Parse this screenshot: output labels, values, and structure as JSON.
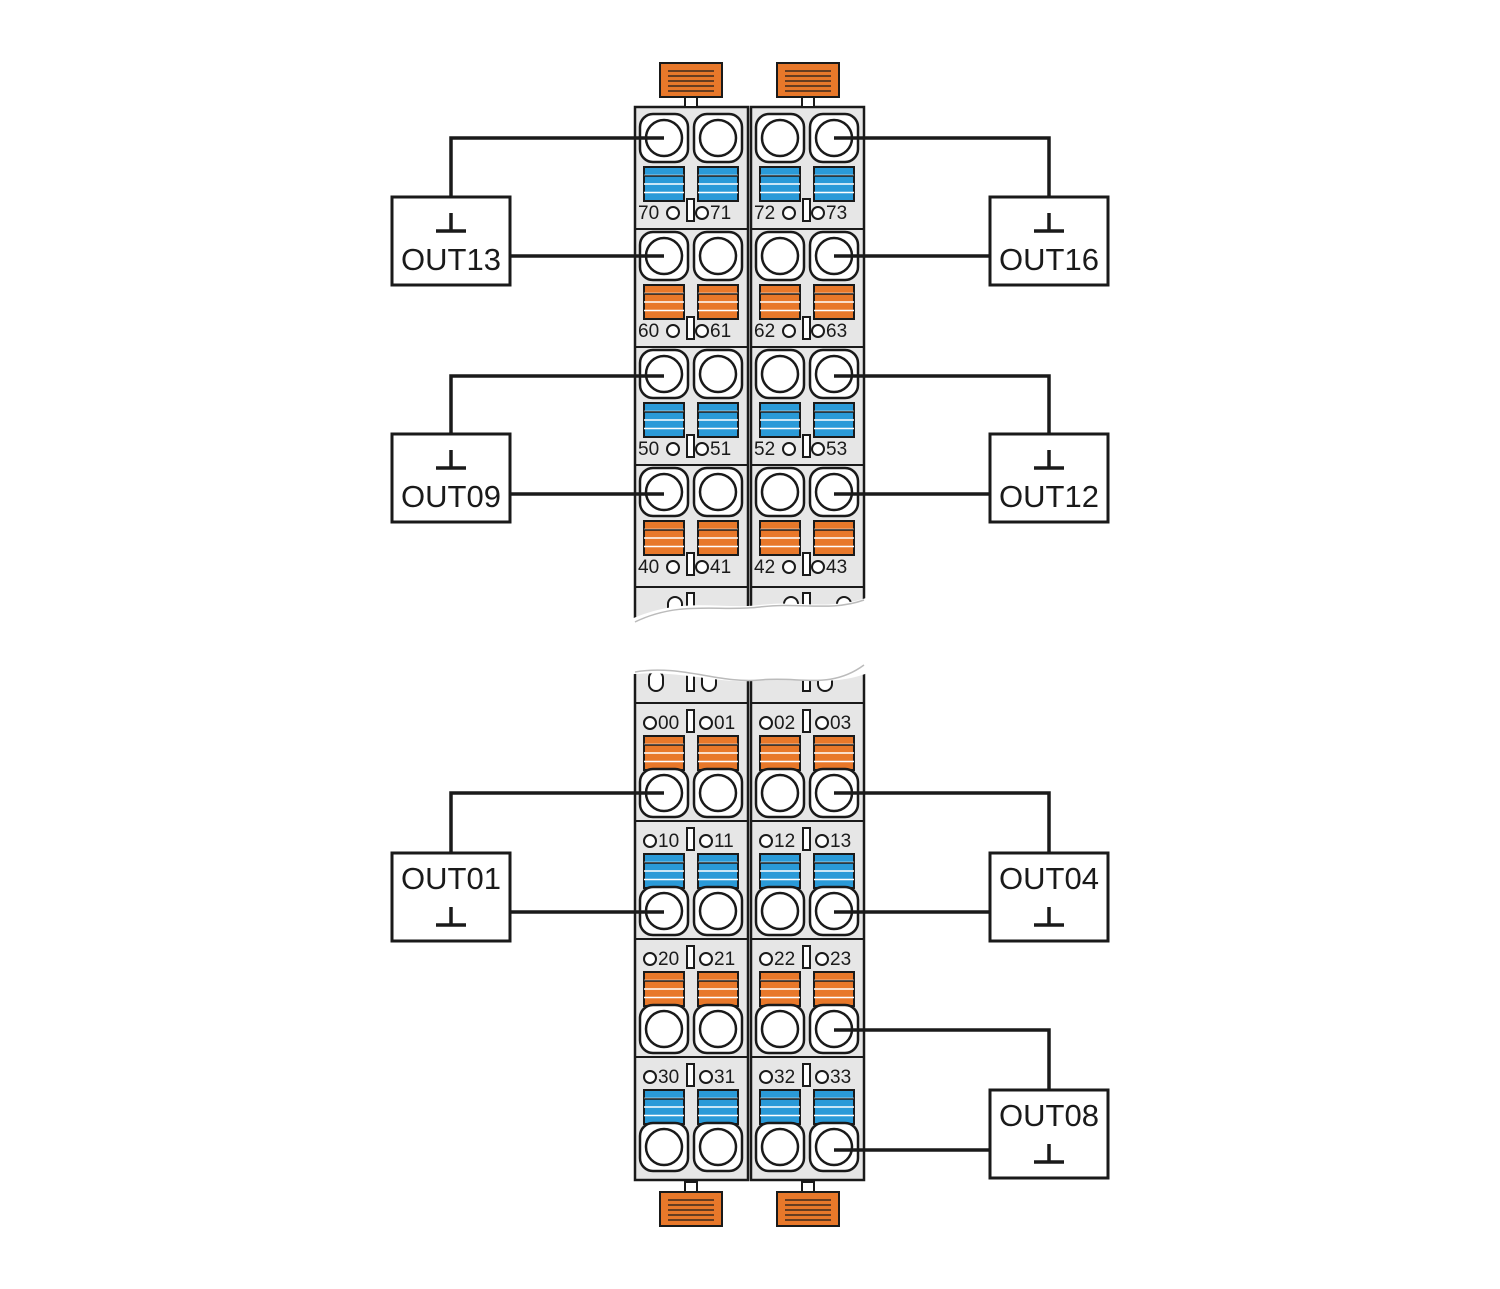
{
  "colors": {
    "orange": "#e8782a",
    "blue": "#2a9ad8",
    "housing": "#e6e6e6",
    "line": "#1a1a1a"
  },
  "icons": [
    "ground-symbol-icon",
    "push-lever-icon",
    "terminal-connector-icon",
    "locking-latch-icon"
  ],
  "upper_rows": [
    {
      "lever_color": "blue",
      "labels": [
        "70",
        "71",
        "72",
        "73"
      ]
    },
    {
      "lever_color": "orange",
      "labels": [
        "60",
        "61",
        "62",
        "63"
      ]
    },
    {
      "lever_color": "blue",
      "labels": [
        "50",
        "51",
        "52",
        "53"
      ]
    },
    {
      "lever_color": "orange",
      "labels": [
        "40",
        "41",
        "42",
        "43"
      ]
    }
  ],
  "lower_rows": [
    {
      "lever_color": "orange",
      "labels": [
        "00",
        "01",
        "02",
        "03"
      ]
    },
    {
      "lever_color": "blue",
      "labels": [
        "10",
        "11",
        "12",
        "13"
      ]
    },
    {
      "lever_color": "orange",
      "labels": [
        "20",
        "21",
        "22",
        "23"
      ]
    },
    {
      "lever_color": "blue",
      "labels": [
        "30",
        "31",
        "32",
        "33"
      ]
    }
  ],
  "outputs": [
    {
      "id": "out13",
      "label": "OUT13",
      "gnd": "top"
    },
    {
      "id": "out16",
      "label": "OUT16",
      "gnd": "top"
    },
    {
      "id": "out09",
      "label": "OUT09",
      "gnd": "top"
    },
    {
      "id": "out12",
      "label": "OUT12",
      "gnd": "top"
    },
    {
      "id": "out01",
      "label": "OUT01",
      "gnd": "bottom"
    },
    {
      "id": "out04",
      "label": "OUT04",
      "gnd": "bottom"
    },
    {
      "id": "out08",
      "label": "OUT08",
      "gnd": "bottom"
    }
  ]
}
